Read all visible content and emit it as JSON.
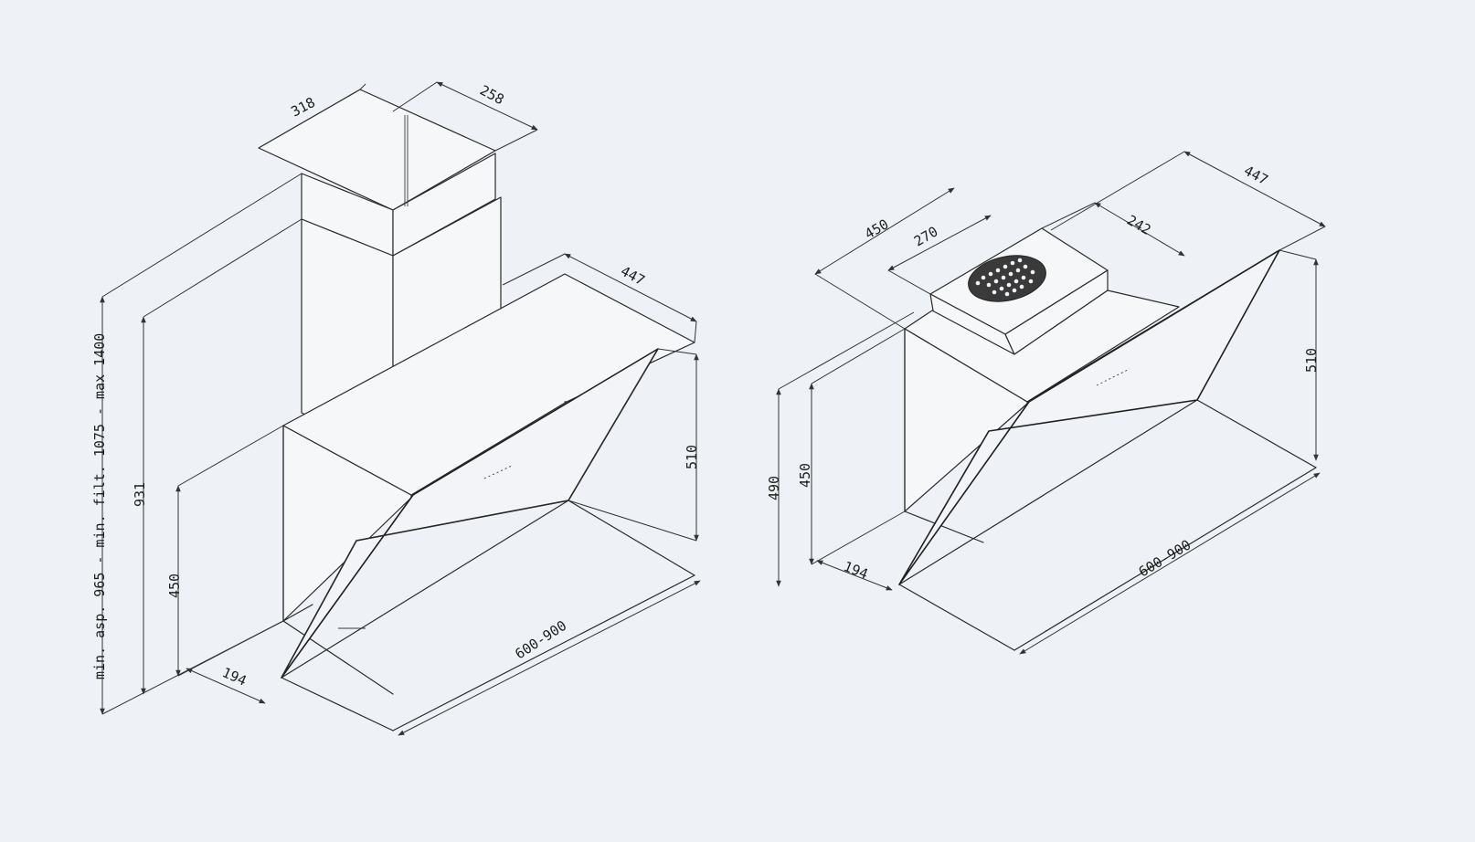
{
  "colors": {
    "paper": "#eef1f5",
    "line": "#2a2a2a"
  },
  "left_view": {
    "dim_chimney_depth": "318",
    "dim_chimney_width": "258",
    "dim_hood_depth": "447",
    "dim_total_height": "min. asp. 965 - min. filt. 1075 - max 1400",
    "dim_height_931": "931",
    "dim_body_height": "450",
    "dim_glass_height": "510",
    "dim_base_depth": "194",
    "dim_width": "600-900"
  },
  "right_view": {
    "dim_top_depth": "450",
    "dim_outlet_width": "270",
    "dim_outlet_depth": "242",
    "dim_hood_depth": "447",
    "dim_height_490": "490",
    "dim_body_height": "450",
    "dim_glass_height": "510",
    "dim_base_depth": "194",
    "dim_width": "600-900"
  }
}
